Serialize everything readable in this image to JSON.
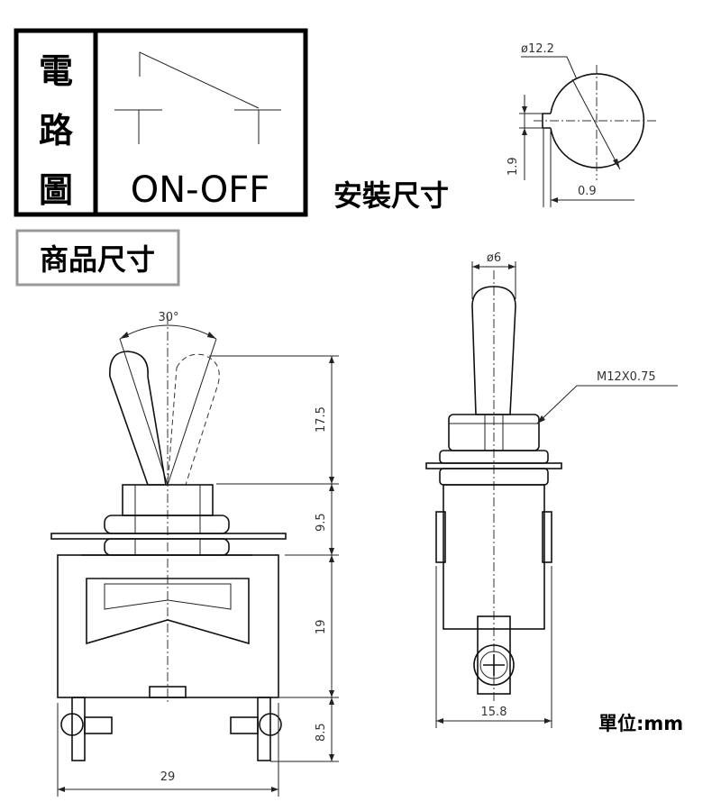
{
  "circuit_box": {
    "title_chars": [
      "電",
      "路",
      "圖"
    ],
    "mode_label": "ON-OFF"
  },
  "install_size_label": "安裝尺寸",
  "product_size_label": "商品尺寸",
  "unit_label": "單位:mm",
  "dimensions": {
    "panel_hole_diameter": "ø12.2",
    "key_height": "1.9",
    "key_width": "0.9",
    "toggle_angle": "30°",
    "lever_height": "17.5",
    "bushing_height": "9.5",
    "body_height": "19",
    "terminal_height": "8.5",
    "body_width": "29",
    "lever_diameter": "ø6",
    "thread_spec": "M12X0.75",
    "side_body_width": "15.8"
  }
}
